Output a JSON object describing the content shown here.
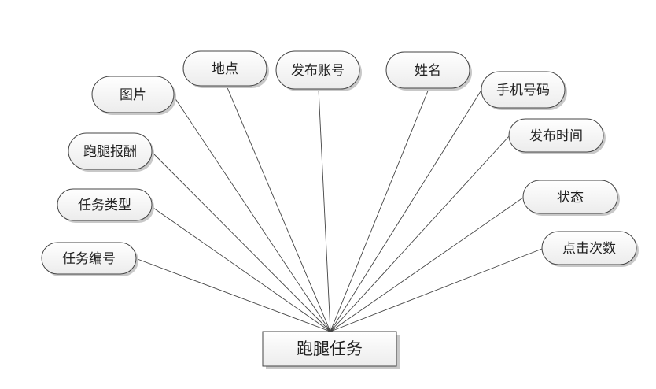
{
  "entity": {
    "label": "跑腿任务"
  },
  "attributes": [
    {
      "id": "task-id",
      "label": "任务编号"
    },
    {
      "id": "task-type",
      "label": "任务类型"
    },
    {
      "id": "reward",
      "label": "跑腿报酬"
    },
    {
      "id": "image",
      "label": "图片"
    },
    {
      "id": "location",
      "label": "地点"
    },
    {
      "id": "publisher",
      "label": "发布账号"
    },
    {
      "id": "name",
      "label": "姓名"
    },
    {
      "id": "phone",
      "label": "手机号码"
    },
    {
      "id": "publish-time",
      "label": "发布时间"
    },
    {
      "id": "status",
      "label": "状态"
    },
    {
      "id": "click-count",
      "label": "点击次数"
    }
  ],
  "colors": {
    "node_fill_top": "#ffffff",
    "node_fill_bottom": "#ececec",
    "stroke": "#444444",
    "shadow": "#c8c8c8",
    "text": "#222222"
  }
}
